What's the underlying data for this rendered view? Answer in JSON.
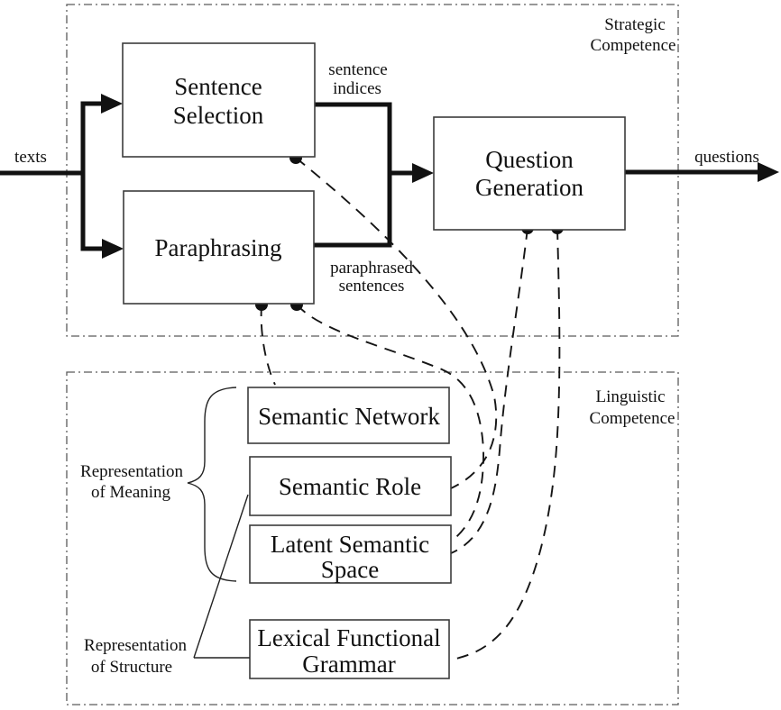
{
  "diagram": {
    "regions": {
      "strategic": {
        "label_line1": "Strategic",
        "label_line2": "Competence"
      },
      "linguistic": {
        "label_line1": "Linguistic",
        "label_line2": "Competence"
      }
    },
    "boxes": {
      "sentence_selection": {
        "line1": "Sentence",
        "line2": "Selection"
      },
      "paraphrasing": {
        "line1": "Paraphrasing"
      },
      "question_generation": {
        "line1": "Question",
        "line2": "Generation"
      },
      "semantic_network": {
        "line1": "Semantic Network"
      },
      "semantic_role": {
        "line1": "Semantic Role"
      },
      "latent_semantic_space": {
        "line1": "Latent Semantic",
        "line2": "Space"
      },
      "lexical_functional_grammar": {
        "line1": "Lexical Functional",
        "line2": "Grammar"
      }
    },
    "edge_labels": {
      "texts": "texts",
      "questions": "questions",
      "sentence_indices_line1": "sentence",
      "sentence_indices_line2": "indices",
      "paraphrased_line1": "paraphrased",
      "paraphrased_line2": "sentences"
    },
    "group_labels": {
      "meaning_line1": "Representation",
      "meaning_line2": "of Meaning",
      "structure_line1": "Representation",
      "structure_line2": "of Structure"
    },
    "colors": {
      "line": "#111111",
      "box_border": "#3c3c3c",
      "region_border": "#5a5a5a",
      "background": "#ffffff"
    }
  }
}
